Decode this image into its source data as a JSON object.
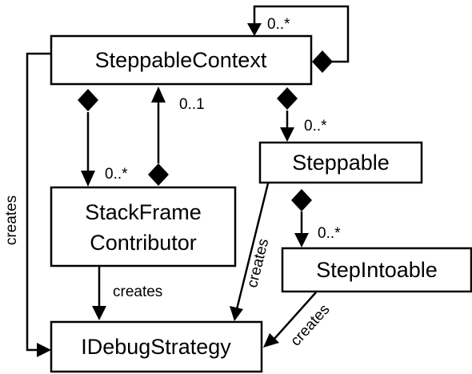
{
  "classes": {
    "steppable_context": "SteppableContext",
    "steppable": "Steppable",
    "stack_frame_contributor_line1": "StackFrame",
    "stack_frame_contributor_line2": "Contributor",
    "step_intoable": "StepIntoable",
    "idebug_strategy": "IDebugStrategy"
  },
  "multiplicities": {
    "context_self": "0..*",
    "context_parent": "0..1",
    "context_to_contributor": "0..*",
    "context_to_steppable": "0..*",
    "steppable_to_stepintoable": "0..*"
  },
  "relations": {
    "context_creates": "creates",
    "contributor_creates": "creates",
    "steppable_creates": "creates",
    "stepintoable_creates": "creates"
  }
}
